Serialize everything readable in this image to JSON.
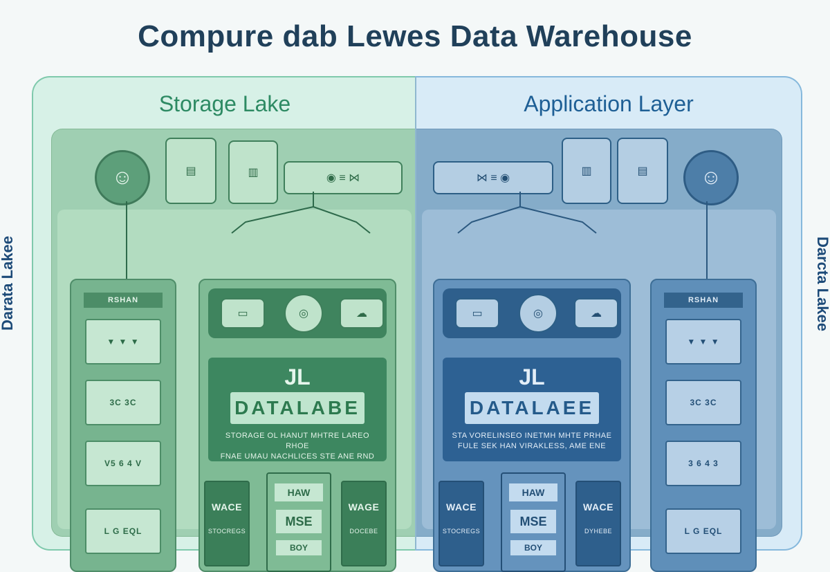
{
  "title": "Compure dab Lewes Data Warehouse",
  "side_labels": {
    "left": "Darata Lakee",
    "right": "Darcta Lakee"
  },
  "panels": {
    "left": {
      "title": "Storage Lake",
      "column_header": "RSHAN",
      "mini_cards": [
        "▼ ▼ ▼",
        "3C  3C",
        "V5 6 4 V",
        "L G  EQL"
      ],
      "core_logo": "JL",
      "core_band": "DATALABE",
      "core_text": [
        "STORAGE OL HANUT MHTRE LAREO RHOE",
        "FNAE UMAU NACHLICES STE ANE RND"
      ],
      "bottom_left": {
        "title": "WACE",
        "sub": "STOCREGS"
      },
      "bottom_mid": {
        "label": "HAW",
        "box": "MSE",
        "foot": "BOY"
      },
      "bottom_right": {
        "title": "WAGE",
        "sub": "DOCEBE"
      }
    },
    "right": {
      "title": "Application Layer",
      "column_header": "RSHAN",
      "mini_cards": [
        "▼ ▼ ▼",
        "3C  3C",
        "3 6 4 3",
        "L G  EQL"
      ],
      "core_logo": "JL",
      "core_band": "DATALAEE",
      "core_text": [
        "STA VORELINSEO INETMH MHTE PRHAE",
        "FULE SEK HAN VIRAKLESS, AME ENE"
      ],
      "bottom_left": {
        "title": "WACE",
        "sub": "STOCREGS"
      },
      "bottom_mid": {
        "label": "HAW",
        "box": "MSE",
        "foot": "BOY"
      },
      "bottom_right": {
        "title": "WACE",
        "sub": "DYHEBE"
      }
    }
  },
  "colors": {
    "title": "#20405a",
    "green_accent": "#2d8a63",
    "blue_accent": "#1e5f95"
  }
}
